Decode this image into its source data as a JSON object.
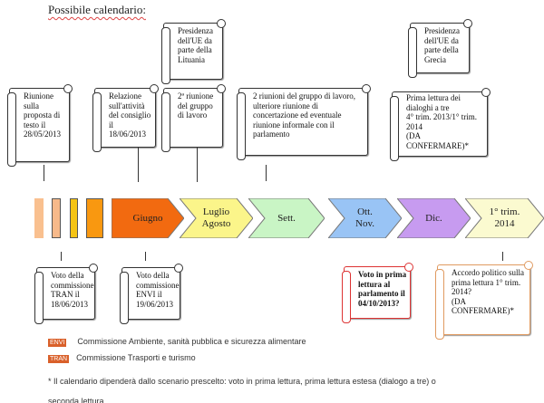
{
  "title": "Possibile calendario:",
  "top_scrolls": [
    {
      "text": "Presidenza dell'UE da parte della Lituania"
    },
    {
      "text": "Riunione sulla proposta di testo il 28/05/2013"
    },
    {
      "text": "Relazione sull'attività del consiglio il 18/06/2013"
    },
    {
      "text": "2ª riunione del gruppo di lavoro"
    },
    {
      "text": "2 riunioni del gruppo di lavoro, ulteriore riunione di concertazione ed eventuale riunione informale con il parlamento"
    },
    {
      "text": "Presidenza dell'UE da parte della Grecia"
    },
    {
      "text": "Prima lettura dei dialoghi a tre\n4° trim. 2013/1° trim. 2014\n(DA CONFERMARE)*"
    }
  ],
  "timeline": [
    {
      "label": "Giugno",
      "color": "#f26a10"
    },
    {
      "label": "Luglio\nAgosto",
      "color": "#fbf58a"
    },
    {
      "label": "Sett.",
      "color": "#c9f5c5"
    },
    {
      "label": "Ott.\nNov.",
      "color": "#99c4f5"
    },
    {
      "label": "Dic.",
      "color": "#c79bf0"
    },
    {
      "label": "1° trim.\n2014",
      "color": "#fbfad0"
    }
  ],
  "bottom_scrolls": [
    {
      "text": "Voto della commissione TRAN il 18/06/2013"
    },
    {
      "text": "Voto della commissione ENVI il 19/06/2013"
    },
    {
      "text": "Voto in prima lettura al parlamento il 04/10/2013?"
    },
    {
      "text": "Accordo politico sulla prima lettura 1° trim. 2014?\n(DA CONFERMARE)*"
    }
  ],
  "legend": [
    {
      "badge": "ENVI",
      "text": "Commissione Ambiente, sanità pubblica e sicurezza alimentare"
    },
    {
      "badge": "TRAN",
      "text": "Commissione Trasporti e turismo"
    }
  ],
  "footnote": "* Il calendario dipenderà dallo scenario prescelto: voto in prima lettura, prima lettura estesa (dialogo a tre) o seconda lettura."
}
